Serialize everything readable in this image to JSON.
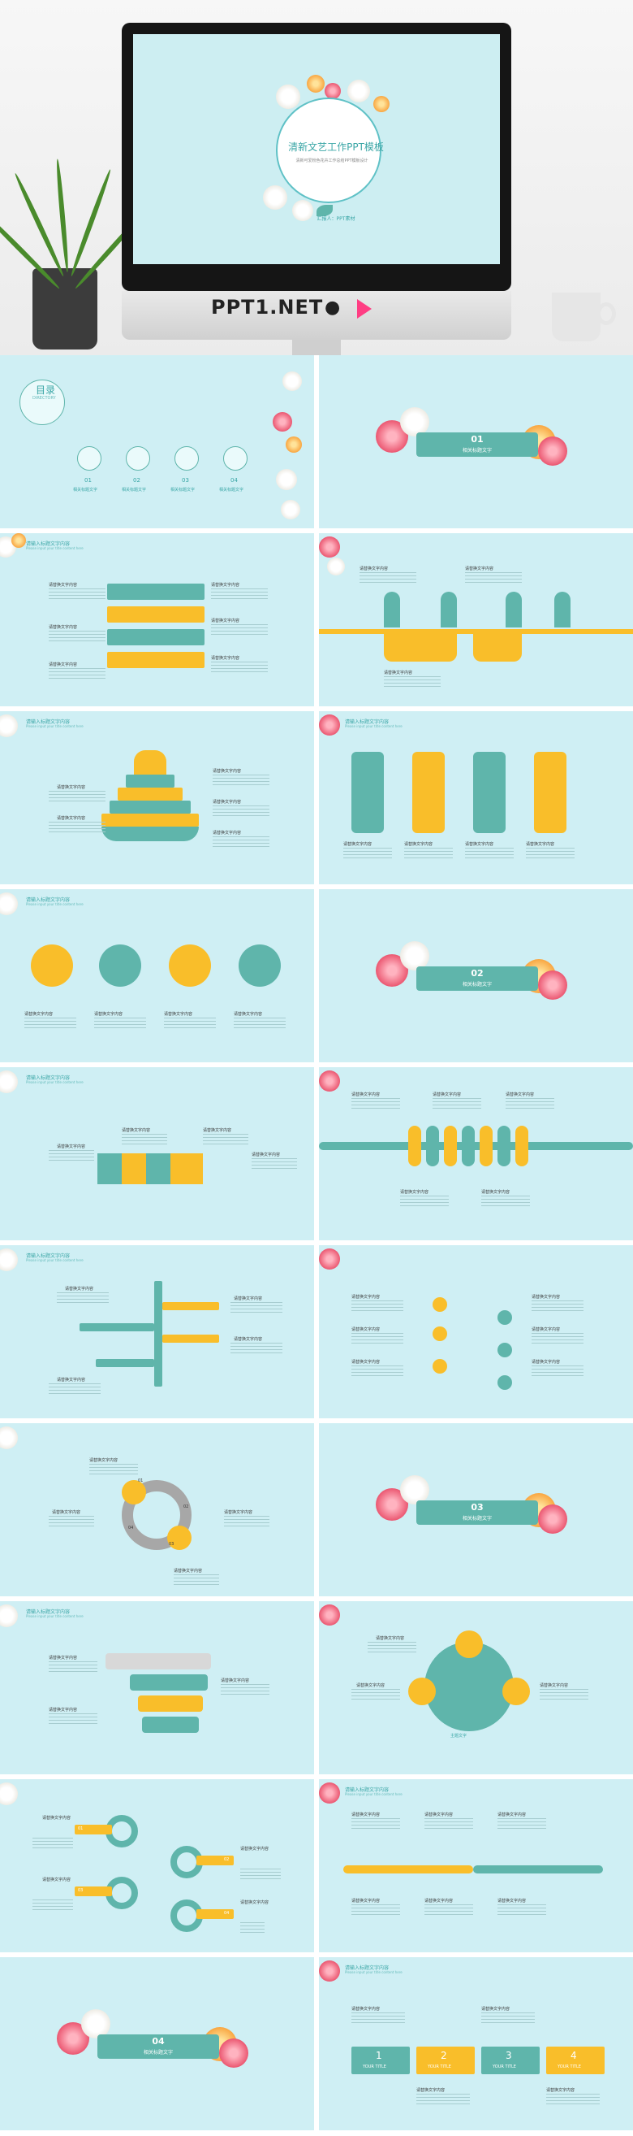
{
  "hero": {
    "cover_title": "清新文艺工作PPT模板",
    "cover_subtitle": "清新可爱粉色花卉工作总结PPT模板设计",
    "cover_author": "汇报人：PPT素材",
    "brand": "PPT1.NET"
  },
  "slides": {
    "toc": {
      "title": "目录",
      "subtitle": "DIRECTORY",
      "items": [
        {
          "num": "01",
          "label": "相关标题文字"
        },
        {
          "num": "02",
          "label": "相关标题文字"
        },
        {
          "num": "03",
          "label": "相关标题文字"
        },
        {
          "num": "04",
          "label": "相关标题文字"
        }
      ]
    },
    "section_1": {
      "num": "01",
      "label": "相关标题文字"
    },
    "section_2": {
      "num": "02",
      "label": "相关标题文字"
    },
    "section_3": {
      "num": "03",
      "label": "相关标题文字"
    },
    "section_4": {
      "num": "04",
      "label": "相关标题文字"
    },
    "content_heading": "请输入标题文字内容",
    "content_subheading": "Please input your title content here",
    "item_title": "请替换文字内容",
    "your_title": "YOUR TITLE",
    "tab_labels": [
      "01",
      "02",
      "03",
      "04"
    ],
    "timeline": [
      {
        "num": "1",
        "label": "YOUR TITLE"
      },
      {
        "num": "2",
        "label": "YOUR TITLE"
      },
      {
        "num": "3",
        "label": "YOUR TITLE"
      },
      {
        "num": "4",
        "label": "YOUR TITLE"
      }
    ],
    "center_label": "主题文字"
  },
  "colors": {
    "slide_bg": "#cfeff4",
    "teal": "#5fb5ab",
    "yellow": "#f9be2a",
    "pink": "#e94f6a"
  }
}
